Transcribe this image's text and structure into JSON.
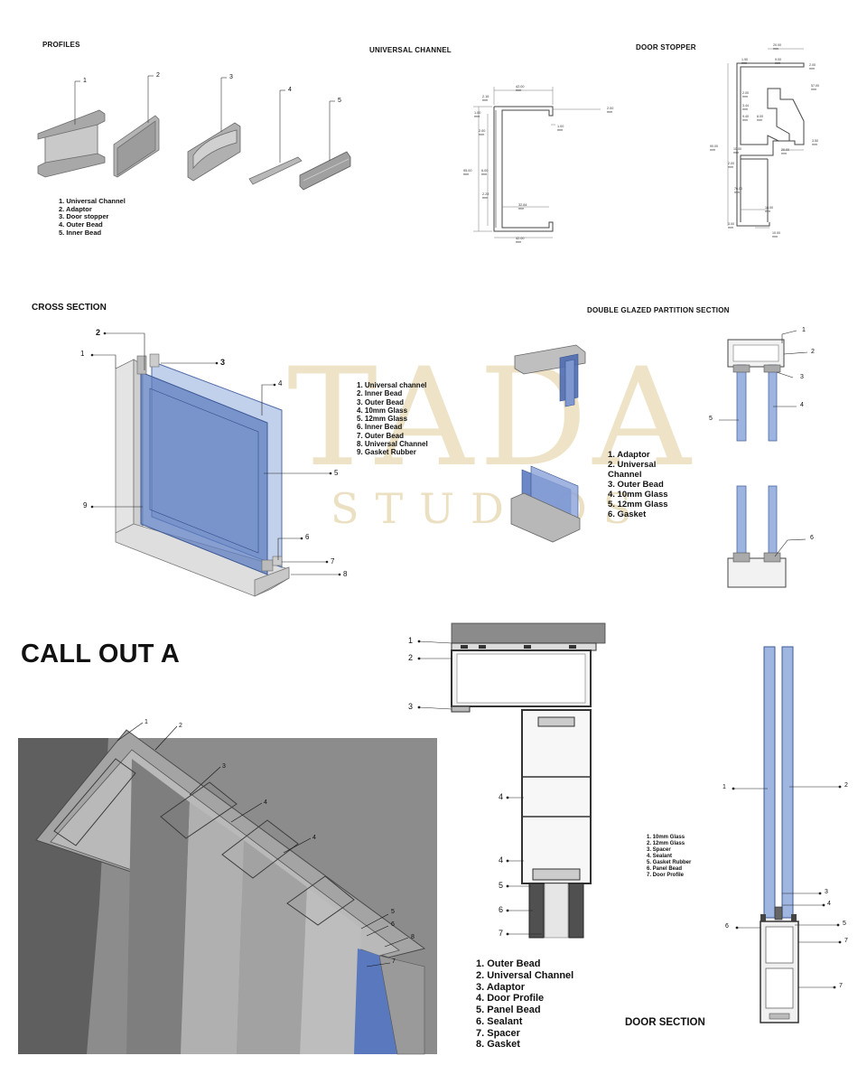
{
  "sections": {
    "profiles": {
      "title": "PROFILES",
      "items": [
        "1. Universal Channel",
        "2. Adaptor",
        "3. Door stopper",
        "4. Outer Bead",
        "5. Inner Bead"
      ],
      "callouts": [
        "1",
        "2",
        "3",
        "4",
        "5"
      ]
    },
    "universal_channel": {
      "title": "UNIVERSAL CHANNEL",
      "dims": [
        "42.00 mm",
        "2.16 mm",
        "1.00 mm",
        "2.00 mm",
        "1.00 mm",
        "2.00 mm",
        "95.00 mm",
        "6.00 mm",
        "2.25 mm",
        "32.84 mm",
        "42.00 mm"
      ]
    },
    "door_stopper": {
      "title": "DOOR STOPPER",
      "dims": [
        "20.00 mm",
        "1.90 mm",
        "9.00 mm",
        "2.00 mm",
        "57.00 mm",
        "2.00 mm",
        "3.44 mm",
        "9.40 mm",
        "8.00 mm",
        "90.00 mm",
        "10.00 mm",
        "2.00 mm",
        "20.00 mm",
        "3.50 mm",
        "76.00 mm",
        "3.00 mm",
        "18.00 mm",
        "10.00 mm"
      ]
    },
    "cross_section": {
      "title": "CROSS SECTION",
      "items": [
        "1. Universal channel",
        "2. Inner Bead",
        "3. Outer Bead",
        "4. 10mm Glass",
        "5. 12mm Glass",
        "6. Inner Bead",
        "7. Outer Bead",
        "8. Universal Channel",
        "9. Gasket Rubber"
      ],
      "callouts": [
        "1",
        "2",
        "3",
        "4",
        "5",
        "6",
        "7",
        "8",
        "9"
      ]
    },
    "double_glazed": {
      "title": "DOUBLE  GLAZED PARTITION SECTION",
      "items": [
        "1. Adaptor",
        "2. Universal",
        "Channel",
        "3. Outer Bead",
        "4. 10mm Glass",
        "5. 12mm Glass",
        "6. Gasket"
      ],
      "callouts": [
        "1",
        "2",
        "3",
        "4",
        "5",
        "6"
      ]
    },
    "call_out_a": {
      "title": "CALL OUT A",
      "callouts": [
        "1",
        "2",
        "3",
        "4",
        "4",
        "5",
        "6",
        "7",
        "8"
      ]
    },
    "frame_section": {
      "items": [
        "1. Outer Bead",
        "2. Universal Channel",
        "3. Adaptor",
        "4. Door Profile",
        "5. Panel Bead",
        "6. Sealant",
        "7. Spacer",
        "8. Gasket"
      ],
      "callouts": [
        "1",
        "2",
        "3",
        "4",
        "4",
        "5",
        "6",
        "7"
      ]
    },
    "door_section": {
      "title": "DOOR SECTION",
      "items": [
        "1. 10mm Glass",
        "2. 12mm Glass",
        "3. Spacer",
        "4. Sealant",
        "5. Gasket Rubber",
        "6. Panel Bead",
        "7. Door Profile"
      ],
      "callouts": [
        "1",
        "2",
        "3",
        "4",
        "5",
        "6",
        "7",
        "7"
      ]
    }
  },
  "watermark": {
    "line1": "TADA",
    "line2": "STUDIOS"
  },
  "colors": {
    "glass": "#7f97c4",
    "glass_light": "#a9bde0",
    "profile": "#bdbdbd",
    "dark": "#555555",
    "watermark": "#e8dcc0"
  }
}
